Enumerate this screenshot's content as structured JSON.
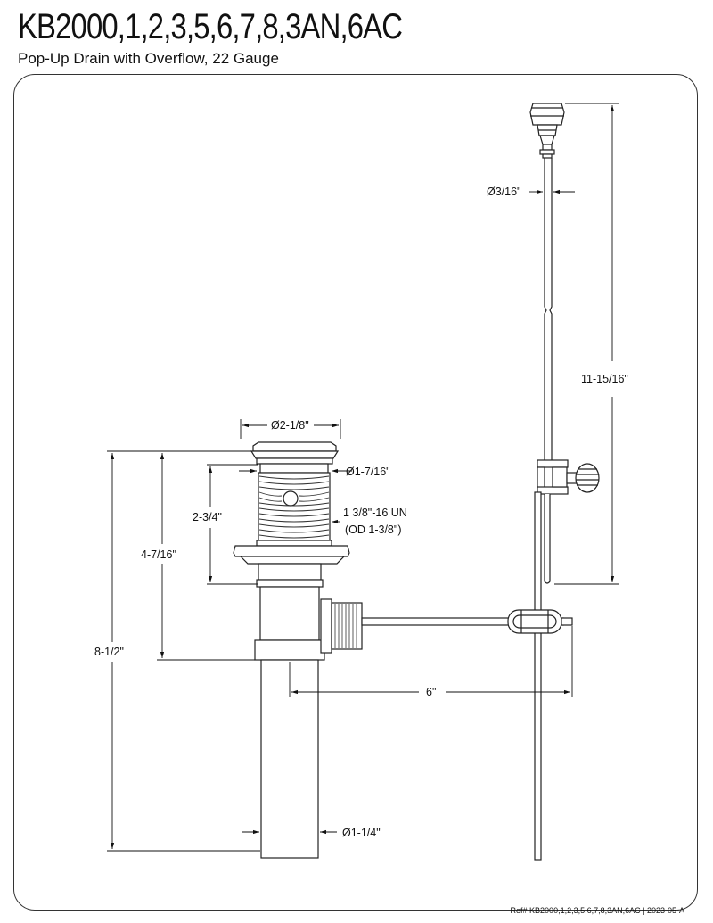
{
  "header": {
    "model_title": "KB2000,1,2,3,5,6,7,8,3AN,6AC",
    "subtitle": "Pop-Up Drain with Overflow, 22 Gauge"
  },
  "dimensions": {
    "rod_diameter": "Ø3/16\"",
    "rod_length": "11-15/16\"",
    "flange_diameter": "Ø2-1/8\"",
    "body_diameter": "Ø1-7/16\"",
    "thread_size": "1 3/8\"-16 UN",
    "thread_od": "(OD 1-3/8\")",
    "upper_height": "2-3/4\"",
    "mid_height": "4-7/16\"",
    "overall_height": "8-1/2\"",
    "horizontal_reach": "6\"",
    "tailpiece_diameter": "Ø1-1/4\""
  },
  "footer": {
    "reference": "Ref# KB2000,1,2,3,5,6,7,8,3AN,6AC | 2023-05-A"
  }
}
